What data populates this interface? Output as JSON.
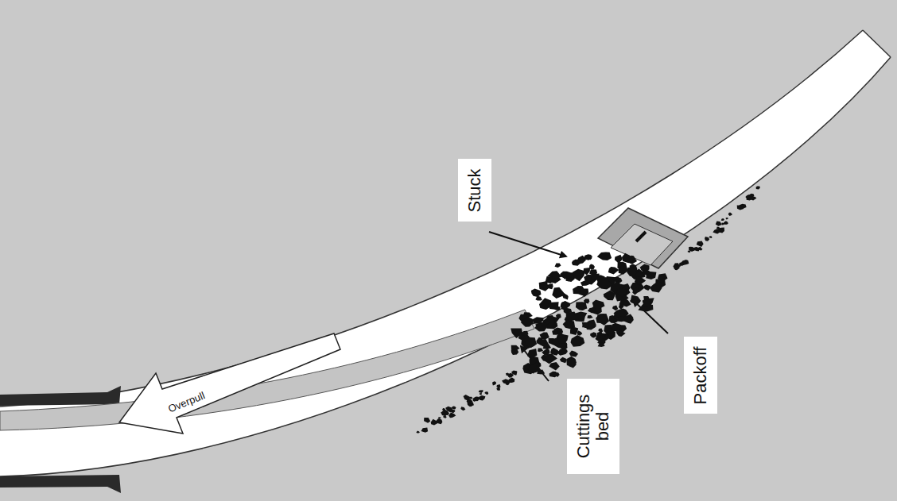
{
  "diagram": {
    "nodes": [
      {
        "text": [
          "Stuck"
        ]
      },
      {
        "text": [
          "Packoff"
        ]
      },
      {
        "text": [
          "Cuttings bed"
        ]
      }
    ],
    "labels": [
      "Overpull"
    ]
  }
}
